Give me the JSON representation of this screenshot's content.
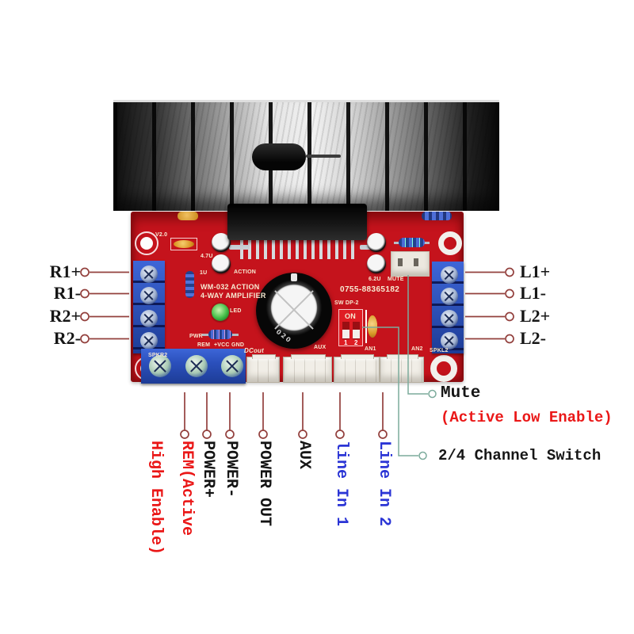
{
  "image_type": "annotated amplifier board product diagram",
  "colors": {
    "pcb_red": "#c5131c",
    "terminal_blue": "#2b50bc",
    "leader_maroon": "#93403d",
    "leader_teal": "#7cab9c",
    "annotation_red": "#ea1717",
    "annotation_blue": "#2b35d5",
    "annotation_black": "#141414"
  },
  "annotations": {
    "left_terminals": [
      "R1+",
      "R1-",
      "R2+",
      "R2-"
    ],
    "right_terminals": [
      "L1+",
      "L1-",
      "L2+",
      "L2-"
    ],
    "bottom_terminals": [
      {
        "label": "REM(Active",
        "label_line2": "High Enable)",
        "color": "#ea1717"
      },
      {
        "label": "POWER+",
        "color": "#141414"
      },
      {
        "label": "POWER-",
        "color": "#141414"
      },
      {
        "label": "POWER OUT",
        "color": "#141414"
      },
      {
        "label": "AUX",
        "color": "#141414"
      },
      {
        "label": "line In 1",
        "color": "#2b35d5"
      },
      {
        "label": "Line In 2",
        "color": "#2b35d5"
      }
    ],
    "mute": {
      "label": "Mute",
      "note": "(Active Low Enable)"
    },
    "channel_switch": {
      "label": "2/4 Channel Switch"
    }
  },
  "board": {
    "silkscreen": {
      "version": "V2.0",
      "model_line1": "WM-032 ACTION",
      "model_line2": "4-WAY AMPLIFIER",
      "phone": "0755-88365182",
      "led": "LED",
      "pwr": "PWR",
      "rem": "REM",
      "vcc": "+VCC",
      "gnd": "GND",
      "dcout": "DCout",
      "aux": "AUX",
      "cap_47u": "4.7U",
      "cap_1u": "1U",
      "action": "ACTION",
      "cap_62u": "6.2U",
      "mute": "MUTE",
      "dip_label": "SW DP-2",
      "dip_on": "ON",
      "dip_1": "1",
      "dip_2": "2",
      "an1": "AN1",
      "an2": "AN2",
      "spkr2": "SPKR2",
      "spkl2": "SPKL2",
      "cap_marking": "020"
    }
  }
}
